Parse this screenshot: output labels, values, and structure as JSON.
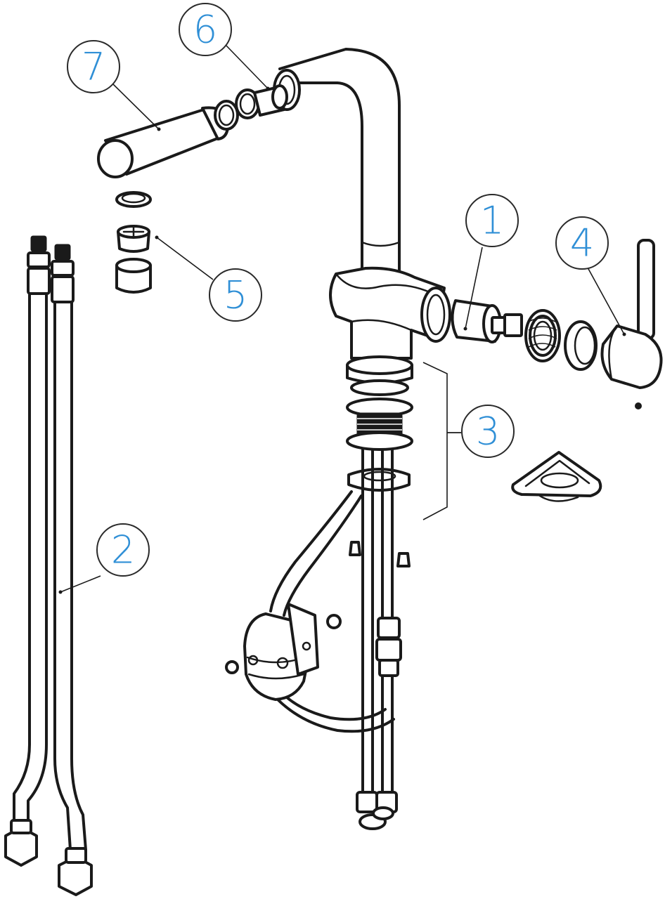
{
  "callouts": [
    {
      "id": "1",
      "label": "1"
    },
    {
      "id": "2",
      "label": "2"
    },
    {
      "id": "3",
      "label": "3"
    },
    {
      "id": "4",
      "label": "4"
    },
    {
      "id": "5",
      "label": "5"
    },
    {
      "id": "6",
      "label": "6"
    },
    {
      "id": "7",
      "label": "7"
    }
  ],
  "colors": {
    "callout_text": "#2f8fd6",
    "line": "#1a1a1a",
    "background": "#ffffff"
  }
}
